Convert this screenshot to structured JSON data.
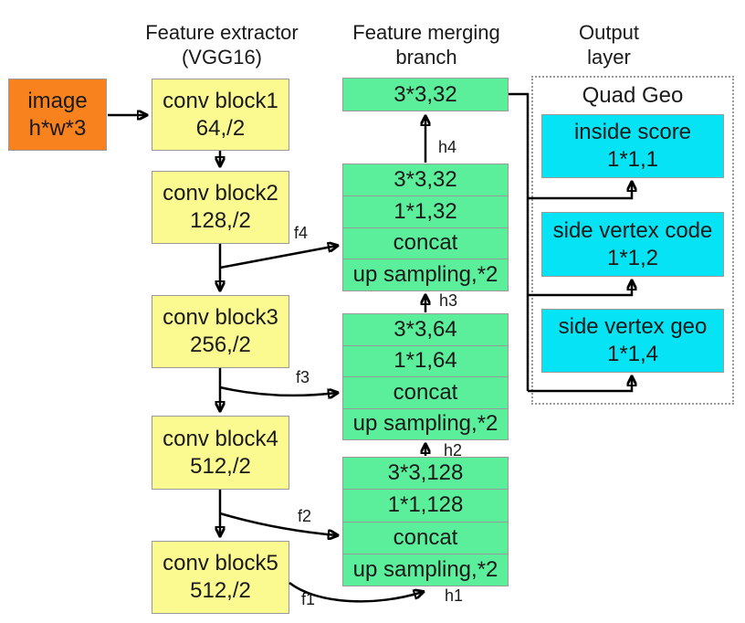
{
  "diagram": {
    "columns": [
      {
        "title_line1": "Feature extractor",
        "title_line2": "(VGG16)"
      },
      {
        "title_line1": "Feature merging",
        "title_line2": "branch"
      },
      {
        "title_line1": "Output",
        "title_line2": "layer"
      }
    ],
    "input": {
      "line1": "image",
      "line2": "h*w*3"
    },
    "vgg_blocks": [
      {
        "line1": "conv block1",
        "line2": "64,/2"
      },
      {
        "line1": "conv block2",
        "line2": "128,/2"
      },
      {
        "line1": "conv block3",
        "line2": "256,/2"
      },
      {
        "line1": "conv block4",
        "line2": "512,/2"
      },
      {
        "line1": "conv block5",
        "line2": "512,/2"
      }
    ],
    "merge_output_box": "3*3,32",
    "merge_groups": [
      {
        "rows": [
          "3*3,32",
          "1*1,32",
          "concat",
          "up sampling,*2"
        ]
      },
      {
        "rows": [
          "3*3,64",
          "1*1,64",
          "concat",
          "up sampling,*2"
        ]
      },
      {
        "rows": [
          "3*3,128",
          "1*1,128",
          "concat",
          "up sampling,*2"
        ]
      }
    ],
    "output": {
      "title": "Quad Geo",
      "boxes": [
        {
          "line1": "inside score",
          "line2": "1*1,1"
        },
        {
          "line1": "side vertex code",
          "line2": "1*1,2"
        },
        {
          "line1": "side vertex geo",
          "line2": "1*1,4"
        }
      ]
    },
    "edge_labels": {
      "f1": "f1",
      "f2": "f2",
      "f3": "f3",
      "f4": "f4",
      "h1": "h1",
      "h2": "h2",
      "h3": "h3",
      "h4": "h4"
    }
  },
  "colors": {
    "input_bg": "#f8821e",
    "vgg_bg": "#fafa90",
    "merge_bg": "#5bef9c",
    "output_bg": "#06e3f4",
    "box_border": "#999999",
    "arrow": "#000000",
    "text": "#1a1a1a"
  }
}
